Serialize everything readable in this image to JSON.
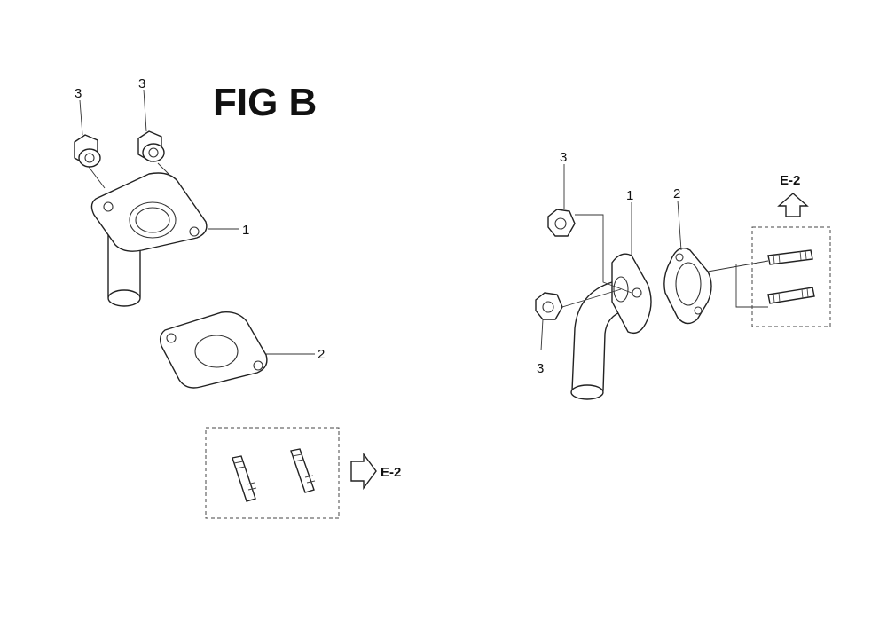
{
  "figure": {
    "title": "FIG B"
  },
  "callouts": {
    "one": "1",
    "two": "2",
    "three": "3"
  },
  "reference": {
    "label": "E-2"
  }
}
